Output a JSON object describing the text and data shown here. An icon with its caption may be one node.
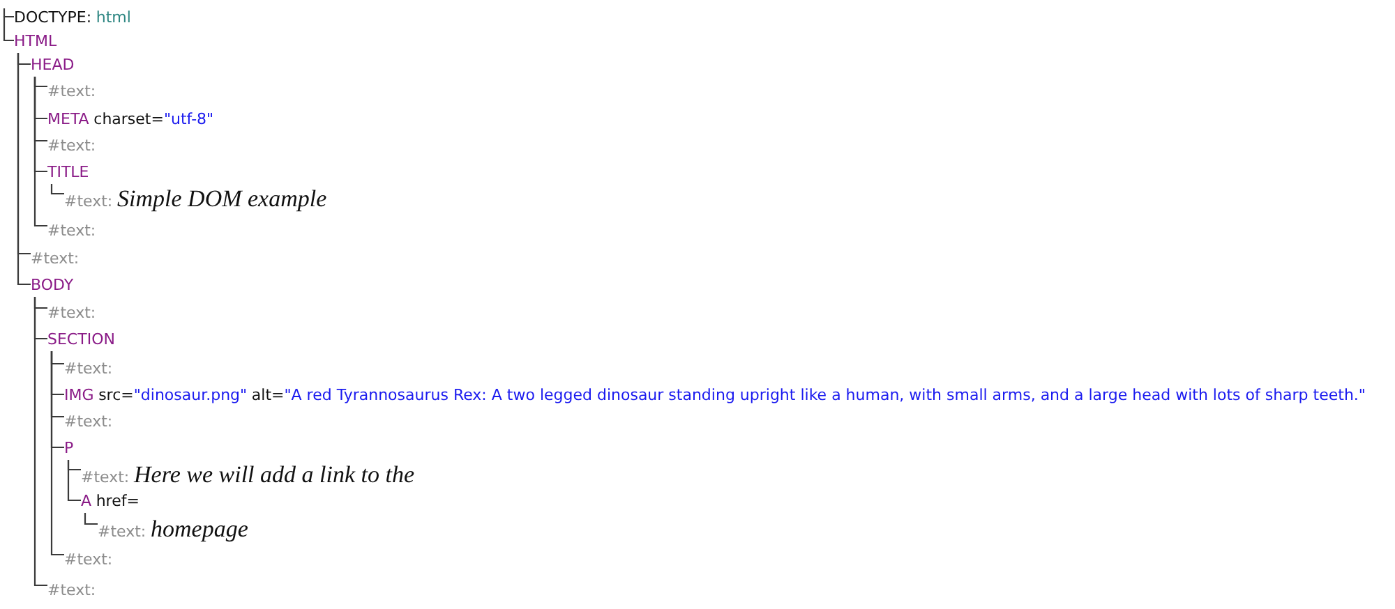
{
  "diagram": {
    "nodes": [
      {
        "text": [
          "DOCTYPE:",
          "html"
        ]
      },
      {
        "text": [
          "HTML"
        ]
      },
      {
        "text": [
          "HEAD"
        ]
      },
      {
        "text": [
          "#text:"
        ]
      },
      {
        "text": [
          "META",
          "charset=",
          "\"utf-8\""
        ]
      },
      {
        "text": [
          "#text:"
        ]
      },
      {
        "text": [
          "TITLE"
        ]
      },
      {
        "text": [
          "#text:",
          "Simple DOM example"
        ]
      },
      {
        "text": [
          "#text:"
        ]
      },
      {
        "text": [
          "#text:"
        ]
      },
      {
        "text": [
          "BODY"
        ]
      },
      {
        "text": [
          "#text:"
        ]
      },
      {
        "text": [
          "SECTION"
        ]
      },
      {
        "text": [
          "#text:"
        ]
      },
      {
        "text": [
          "IMG",
          "src=",
          "\"dinosaur.png\"",
          "alt=",
          "\"A red Tyrannosaurus Rex: A two legged dinosaur standing upright like a human, with small arms, and a large head with lots of sharp teeth.\""
        ]
      },
      {
        "text": [
          "#text:"
        ]
      },
      {
        "text": [
          "P"
        ]
      },
      {
        "text": [
          "#text:",
          "Here we will add a link to the"
        ]
      },
      {
        "text": [
          "A",
          "href="
        ]
      },
      {
        "text": [
          "#text:",
          "homepage"
        ]
      },
      {
        "text": [
          "#text:"
        ]
      },
      {
        "text": [
          "#text:"
        ]
      }
    ],
    "edges": [
      {
        "from": null,
        "to": 0,
        "arrow": "none"
      },
      {
        "from": 0,
        "to": 1,
        "arrow": "none"
      },
      {
        "from": 1,
        "to": 2,
        "arrow": "none"
      },
      {
        "from": 2,
        "to": 3,
        "arrow": "none"
      },
      {
        "from": 2,
        "to": 4,
        "arrow": "none"
      },
      {
        "from": 2,
        "to": 5,
        "arrow": "none"
      },
      {
        "from": 2,
        "to": 6,
        "arrow": "none"
      },
      {
        "from": 6,
        "to": 7,
        "arrow": "none"
      },
      {
        "from": 2,
        "to": 8,
        "arrow": "none"
      },
      {
        "from": 1,
        "to": 9,
        "arrow": "none"
      },
      {
        "from": 1,
        "to": 10,
        "arrow": "none"
      },
      {
        "from": 10,
        "to": 11,
        "arrow": "none"
      },
      {
        "from": 10,
        "to": 12,
        "arrow": "none"
      },
      {
        "from": 12,
        "to": 13,
        "arrow": "none"
      },
      {
        "from": 12,
        "to": 14,
        "arrow": "none"
      },
      {
        "from": 12,
        "to": 15,
        "arrow": "none"
      },
      {
        "from": 12,
        "to": 16,
        "arrow": "none"
      },
      {
        "from": 16,
        "to": 17,
        "arrow": "none"
      },
      {
        "from": 16,
        "to": 18,
        "arrow": "none"
      },
      {
        "from": 18,
        "to": 19,
        "arrow": "none"
      },
      {
        "from": 12,
        "to": 20,
        "arrow": "none"
      },
      {
        "from": 10,
        "to": 21,
        "arrow": "none"
      }
    ]
  }
}
